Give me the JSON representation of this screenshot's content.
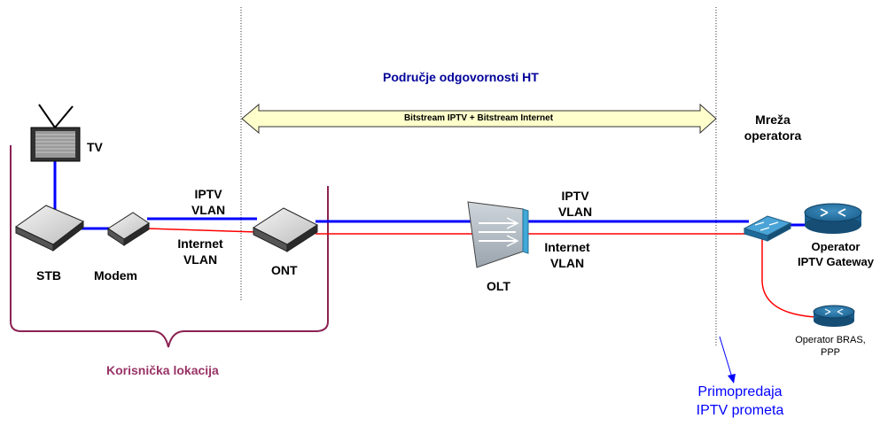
{
  "responsibility_area": "Područje odgovornosti HT",
  "bitstream_label": "Bitstream IPTV + Bitstream Internet",
  "operator_network": [
    "Mreža",
    "operatora"
  ],
  "customer_location": "Korisnička lokacija",
  "handover": [
    "Primopredaja",
    "IPTV prometa"
  ],
  "devices": {
    "tv": "TV",
    "stb": "STB",
    "modem": "Modem",
    "ont": "ONT",
    "olt": "OLT",
    "gateway": [
      "Operator",
      "IPTV Gateway"
    ],
    "bras": [
      "Operator BRAS,",
      "PPP"
    ]
  },
  "vlans": {
    "iptv_left": [
      "IPTV",
      "VLAN"
    ],
    "internet_left": [
      "Internet",
      "VLAN"
    ],
    "iptv_right": [
      "IPTV",
      "VLAN"
    ],
    "internet_right": [
      "Internet",
      "VLAN"
    ]
  },
  "colors": {
    "iptv_line": "#0000ff",
    "internet_line": "#ff0000",
    "title": "#000099",
    "customer": "#993366",
    "bracket": "#8b2252",
    "arrow_fill": "#ffffcc",
    "handover": "#0000ff"
  },
  "icons": {
    "tv": "television-icon",
    "stb": "set-top-box-icon",
    "modem": "modem-icon",
    "ont": "ont-icon",
    "olt": "olt-icon",
    "switch": "switch-icon",
    "router": "router-icon"
  }
}
